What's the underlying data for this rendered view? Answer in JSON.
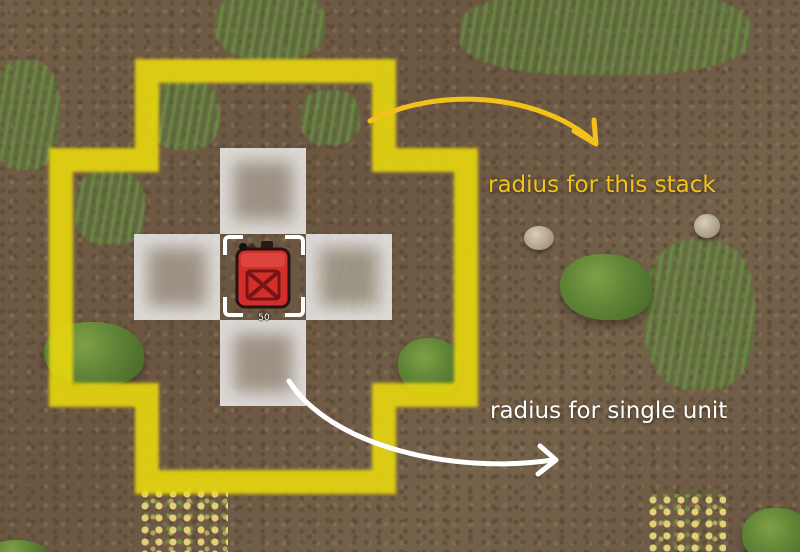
{
  "annotations": {
    "stack_radius_label": "radius for this stack",
    "single_unit_radius_label": "radius for single unit"
  },
  "item": {
    "icon": "fuel-canister-icon",
    "stack_count": "50"
  },
  "colors": {
    "stack_radius": "#e8d70a",
    "stack_label": "#f3c21a",
    "single_radius": "#f5f5f5",
    "single_label": "#ffffff",
    "canister": "#d32f2a",
    "ground": "#6b5843"
  }
}
